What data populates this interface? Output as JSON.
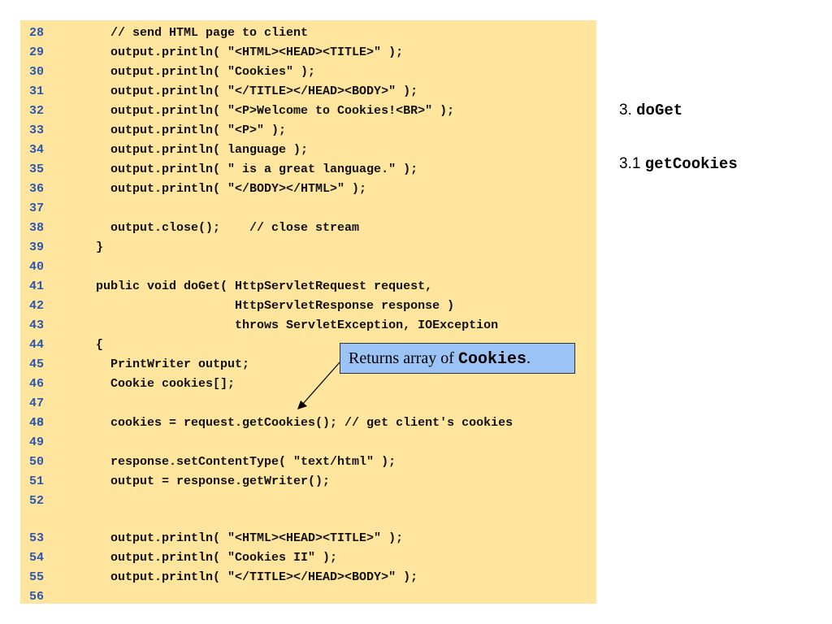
{
  "code_lines": [
    {
      "num": "28",
      "text": "      // send HTML page to client"
    },
    {
      "num": "29",
      "text": "      output.println( \"<HTML><HEAD><TITLE>\" );"
    },
    {
      "num": "30",
      "text": "      output.println( \"Cookies\" );"
    },
    {
      "num": "31",
      "text": "      output.println( \"</TITLE></HEAD><BODY>\" );"
    },
    {
      "num": "32",
      "text": "      output.println( \"<P>Welcome to Cookies!<BR>\" );"
    },
    {
      "num": "33",
      "text": "      output.println( \"<P>\" );"
    },
    {
      "num": "34",
      "text": "      output.println( language );"
    },
    {
      "num": "35",
      "text": "      output.println( \" is a great language.\" );"
    },
    {
      "num": "36",
      "text": "      output.println( \"</BODY></HTML>\" );"
    },
    {
      "num": "37",
      "text": ""
    },
    {
      "num": "38",
      "text": "      output.close();    // close stream"
    },
    {
      "num": "39",
      "text": "    }"
    },
    {
      "num": "40",
      "text": ""
    },
    {
      "num": "41",
      "text": "    public void doGet( HttpServletRequest request,"
    },
    {
      "num": "42",
      "text": "                       HttpServletResponse response )"
    },
    {
      "num": "43",
      "text": "                       throws ServletException, IOException"
    },
    {
      "num": "44",
      "text": "    {"
    },
    {
      "num": "45",
      "text": "      PrintWriter output;"
    },
    {
      "num": "46",
      "text": "      Cookie cookies[];"
    },
    {
      "num": "47",
      "text": ""
    },
    {
      "num": "48",
      "ghost": "40",
      "text": "      cookies = request.getCookies(); // get client's cookies"
    },
    {
      "num": "49",
      "text": ""
    },
    {
      "num": "50",
      "text": "      response.setContentType( \"text/html\" );"
    },
    {
      "num": "51",
      "text": "      output = response.getWriter();"
    },
    {
      "num": "52",
      "text": ""
    },
    {
      "num": "53",
      "text": "      output.println( \"<HTML><HEAD><TITLE>\" );"
    },
    {
      "num": "54",
      "text": "      output.println( \"Cookies II\" );"
    },
    {
      "num": "55",
      "text": "      output.println( \"</TITLE></HEAD><BODY>\" );"
    },
    {
      "num": "56",
      "text": ""
    }
  ],
  "outline": [
    {
      "number": "3.",
      "code": "doGet"
    },
    {
      "number": "3.1",
      "code": "getCookies"
    }
  ],
  "callout": {
    "prefix": "Returns array of ",
    "code": "Cookies",
    "suffix": "."
  },
  "colors": {
    "panel": "#ffe59e",
    "line_numbers": "#2b57b0",
    "callout_bg": "#9cc3f5"
  }
}
